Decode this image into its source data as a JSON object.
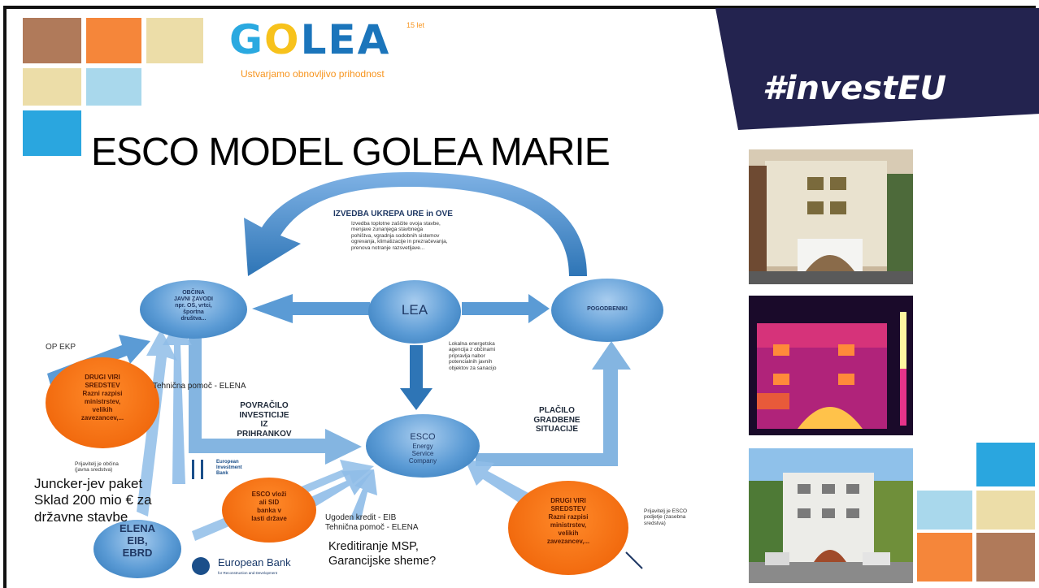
{
  "logo": {
    "brand_pre": "G",
    "brand_o": "O",
    "brand_post": "LEA",
    "years": "15 let",
    "tagline": "Ustvarjamo obnovljivo prihodnost"
  },
  "banner": {
    "hashtag": "#investEU"
  },
  "title": "ESCO MODEL  GOLEA MARIE",
  "colors": {
    "brown": "#b07a5a",
    "orange": "#f5863a",
    "sand": "#ecdda8",
    "lightblue": "#a9d8ec",
    "blue": "#2aa6df",
    "navy": "#1f1f4f"
  },
  "diagram": {
    "top_arrow_title": "IZVEDBA UKREPA URE in OVE",
    "top_arrow_desc": [
      "Izvedba toplotne zaščite ovoja stavbe,",
      "menjave zunanjega stavbnega",
      "pohištva, vgradnja sodobnih sistemov",
      "ogrevanja, klimatizacije in prezračevanja,",
      "prenova notranje razsvetljave..."
    ],
    "node_obcina": [
      "OBČINA",
      "JAVNI ZAVODI",
      "npr. OŠ, vrtci,",
      "športna",
      "društva..."
    ],
    "node_lea": "LEA",
    "node_pogodbeniki": "POGODBENIKI",
    "lea_desc": [
      "Lokalna energetska",
      "agencija z občinami",
      "pripravlja nabor",
      "potencialnih javnih",
      "objektov za sanacijo"
    ],
    "node_esco": [
      "ESCO",
      "Energy",
      "Service",
      "Company"
    ],
    "op_ekp": "OP EKP",
    "drugi_viri_left": [
      "DRUGI VIRI",
      "SREDSTEV",
      "Razni razpisi",
      "ministrstev,",
      "velikih",
      "zavezancev,..."
    ],
    "tehnicna_pomoc": "Tehnična pomoč - ELENA",
    "povracilo": [
      "POVRAČILO",
      "INVESTICIJE",
      "IZ",
      "PRIHRANKOV"
    ],
    "placilo": [
      "PLAČILO",
      "GRADBENE",
      "SITUACIJE"
    ],
    "prijavitelj_obcina": [
      "Prijavitelj je občina",
      "(javna sredstva)"
    ],
    "eib_logo": [
      "European",
      "Investment",
      "Bank"
    ],
    "juncker": [
      "Juncker-jev paket",
      "Sklad 200 mio € za",
      "državne stavbe"
    ],
    "esco_vlozi": [
      "ESCO vloži",
      "ali SID",
      "banka v",
      "lasti države"
    ],
    "ugoden_kredit": [
      "Ugoden kredit - EIB",
      "Tehnična pomoč - ELENA"
    ],
    "kreditiranje": [
      "Kreditiranje MSP,",
      "Garancijske sheme?"
    ],
    "elena": [
      "ELENA",
      "EIB,",
      "EBRD"
    ],
    "ebrd_logo": "European Bank",
    "ebrd_sub": "for Reconstruction and Development",
    "drugi_viri_right": [
      "DRUGI VIRI",
      "SREDSTEV",
      "Razni razpisi",
      "ministrstev,",
      "velikih",
      "zavezancev,..."
    ],
    "prijavitelj_esco": [
      "Prijavitelj je ESCO",
      "podjetje (zasebna",
      "sredstva)"
    ]
  }
}
